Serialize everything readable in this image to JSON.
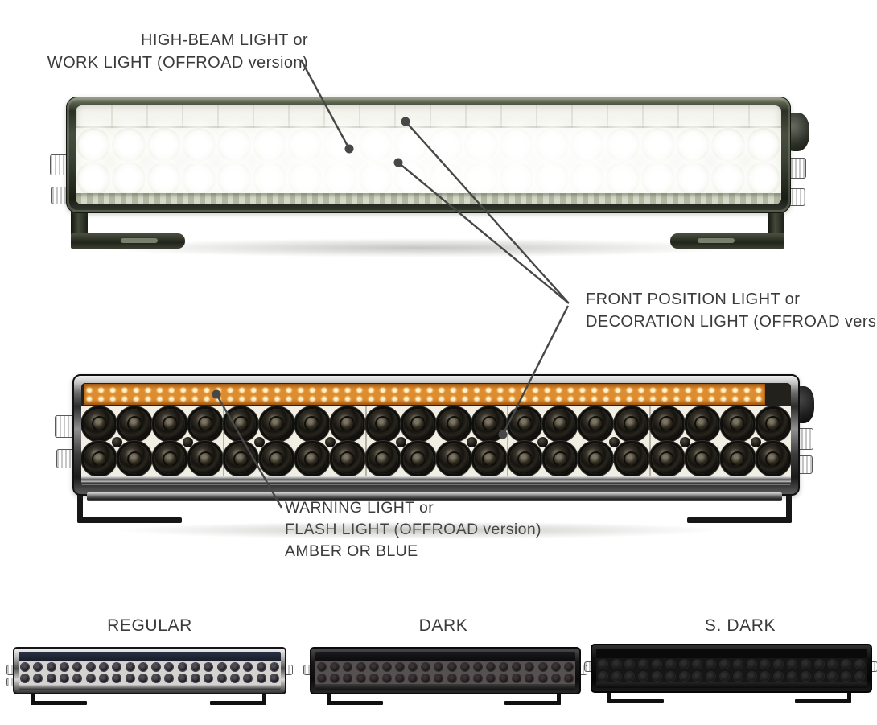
{
  "annotations": {
    "high_beam": {
      "line1": "HIGH-BEAM LIGHT or",
      "line2": "WORK LIGHT (OFFROAD version)"
    },
    "front_position": {
      "line1": "FRONT POSITION LIGHT or",
      "line2": "DECORATION LIGHT (OFFROAD version)"
    },
    "warning": {
      "line1": "WARNING LIGHT or",
      "line2": "FLASH LIGHT (OFFROAD version)",
      "line3": "AMBER OR BLUE"
    }
  },
  "variants": [
    {
      "label": "REGULAR"
    },
    {
      "label": "DARK"
    },
    {
      "label": "S. DARK"
    }
  ],
  "led_grids": {
    "main": {
      "columns": 20,
      "rows": 2
    },
    "thumb": {
      "columns": 20,
      "rows": 2
    }
  },
  "screws": {
    "count": 10
  },
  "colors": {
    "annotation_text": "#3b3b3b",
    "leader_line": "#474747",
    "amber_strip": "#dd8c2f",
    "amber_dots": "#fff3cf",
    "lit_led": "#ffffff"
  }
}
